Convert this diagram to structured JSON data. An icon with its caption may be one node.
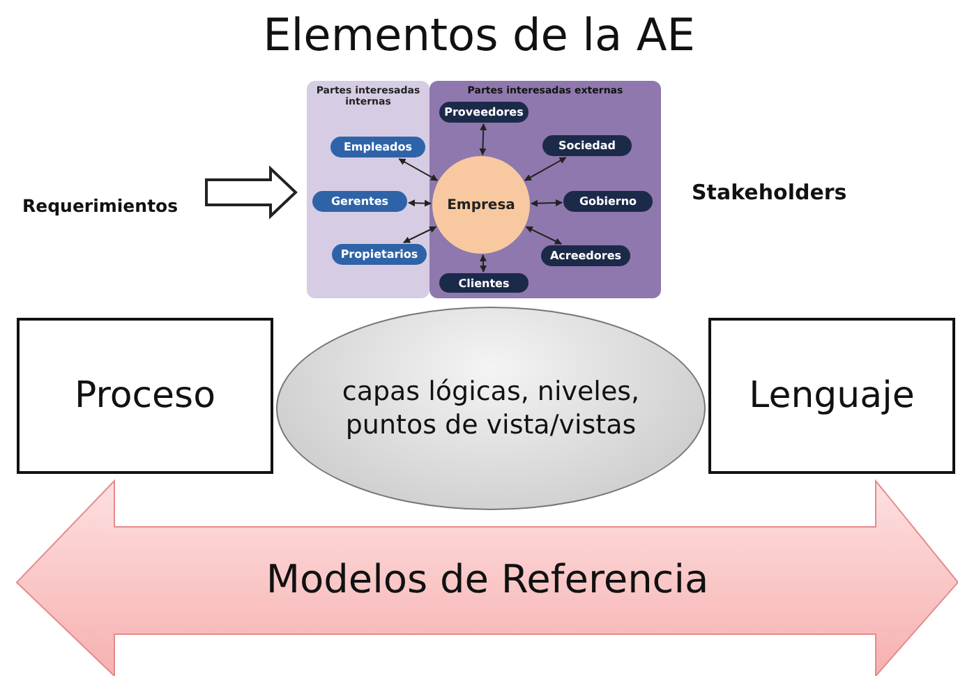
{
  "diagram": {
    "title": "Elementos de la AE",
    "nodes": [
      {
        "text": [
          "Requerimientos"
        ]
      },
      {
        "text": [],
        "shape": "box"
      },
      {
        "text": [
          "Partes interesadas internas"
        ],
        "in": 1
      },
      {
        "text": [
          "Partes interesadas externas"
        ],
        "in": 1
      },
      {
        "text": [
          "Empleados"
        ],
        "in": 2
      },
      {
        "text": [
          "Gerentes"
        ],
        "in": 2
      },
      {
        "text": [
          "Propietarios"
        ],
        "in": 2
      },
      {
        "text": [
          "Proveedores"
        ],
        "in": 3
      },
      {
        "text": [
          "Sociedad"
        ],
        "in": 3
      },
      {
        "text": [
          "Empresa"
        ],
        "in": 3
      },
      {
        "text": [
          "Gobierno"
        ],
        "in": 3
      },
      {
        "text": [
          "Acreedores"
        ],
        "in": 3
      },
      {
        "text": [
          "Clientes"
        ],
        "in": 3
      },
      {
        "text": [
          "Proceso"
        ]
      },
      {
        "text": [
          "Lenguaje"
        ]
      },
      {
        "text": [
          "capas lógicas, niveles, puntos de vista/vistas"
        ]
      },
      {
        "text": [
          "Modelos de Referencia"
        ]
      }
    ],
    "edges": [
      {
        "from": 0,
        "to": 1,
        "arrow": "to",
        "style": "thick"
      },
      {
        "from": 9,
        "to": 4,
        "arrow": "both"
      },
      {
        "from": 9,
        "to": 5,
        "arrow": "both"
      },
      {
        "from": 9,
        "to": 6,
        "arrow": "both"
      },
      {
        "from": 9,
        "to": 7,
        "arrow": "both"
      },
      {
        "from": 9,
        "to": 8,
        "arrow": "both"
      },
      {
        "from": 9,
        "to": 10,
        "arrow": "both"
      },
      {
        "from": 9,
        "to": 11,
        "arrow": "both"
      },
      {
        "from": 9,
        "to": 12,
        "arrow": "both"
      }
    ],
    "labels": [
      "Stakeholders"
    ]
  }
}
